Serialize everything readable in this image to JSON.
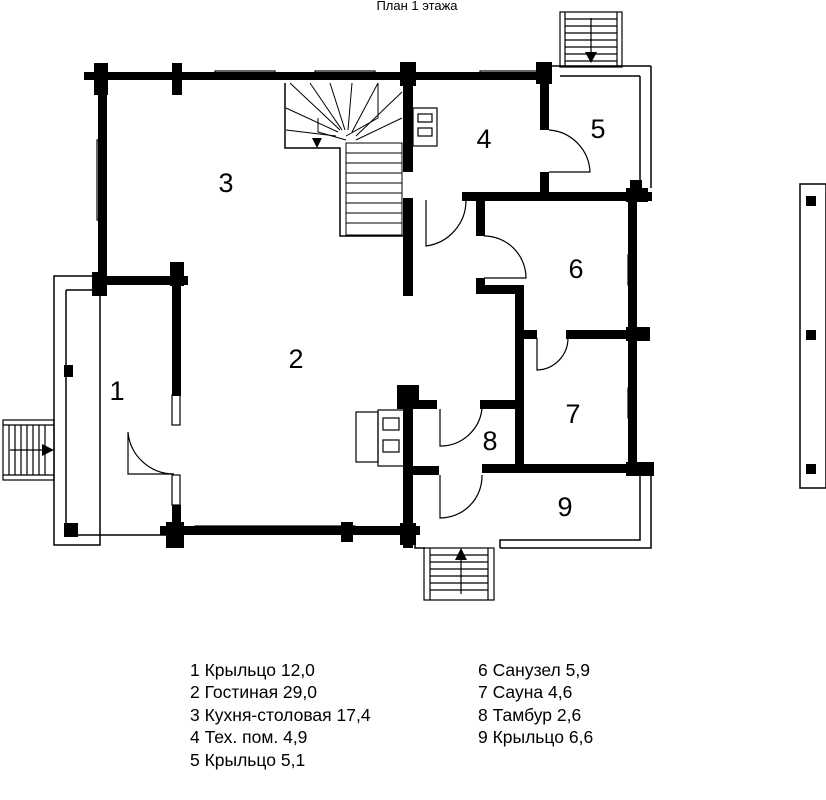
{
  "title": "План 1 этажа",
  "rooms": [
    {
      "number": "1"
    },
    {
      "number": "2"
    },
    {
      "number": "3"
    },
    {
      "number": "4"
    },
    {
      "number": "5"
    },
    {
      "number": "6"
    },
    {
      "number": "7"
    },
    {
      "number": "8"
    },
    {
      "number": "9"
    }
  ],
  "legend_left": [
    "1 Крыльцо 12,0",
    "2 Гостиная 29,0",
    "3 Кухня-столовая 17,4",
    "4 Тех. пом. 4,9",
    "5 Крыльцо 5,1"
  ],
  "legend_right": [
    "6 Санузел 5,9",
    "7 Сауна 4,6",
    "8 Тамбур 2,6",
    "9 Крыльцо 6,6"
  ],
  "colors": {
    "wall": "#000000",
    "background": "#ffffff"
  }
}
